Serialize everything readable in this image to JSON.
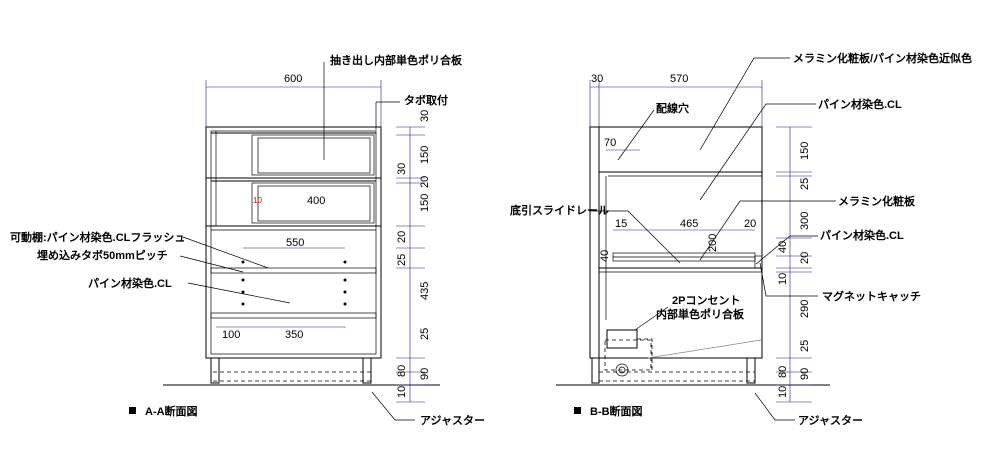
{
  "section_a": {
    "title": "A-A断面図",
    "dims": {
      "w600": "600",
      "w550": "550",
      "w100": "100",
      "w350": "350",
      "w400": "400",
      "red10": "10"
    },
    "vdims": {
      "v30a": "30",
      "v150a": "150",
      "v30b": "30",
      "v20a": "20",
      "v150b": "150",
      "v20b": "20",
      "v25a": "25",
      "v435": "435",
      "v25b": "25",
      "v80": "80",
      "v90": "90",
      "v10": "10"
    },
    "labels": {
      "drawer_inner": "抽き出し内部単色ポリ合板",
      "tabo": "タボ取付",
      "movable_shelf": "可動棚:パイン材染色.CLフラッシュ",
      "embedded_pins": "埋め込みタボ50mmピッチ",
      "pine_stain": "パイン材染色.CL",
      "adjuster": "アジャスター"
    }
  },
  "section_b": {
    "title": "B-B断面図",
    "dims": {
      "w30": "30",
      "w570": "570",
      "w70": "70",
      "w15": "15",
      "w465": "465",
      "w20": "20",
      "w200": "200",
      "h40": "40"
    },
    "vdims": {
      "v150": "150",
      "v25a": "25",
      "v300": "300",
      "v40": "40",
      "v20": "20",
      "v10a": "10",
      "v290": "290",
      "v25b": "25",
      "v80": "80",
      "v90": "90",
      "v10b": "10"
    },
    "labels": {
      "melamine_pine": "メラミン化粧板/パイン材染色近似色",
      "pine_cl": "パイン材染色.CL",
      "wiring_hole": "配線穴",
      "slide_rail": "底引スライドレール",
      "melamine": "メラミン化粧板",
      "pine_cl2": "パイン材染色.CL",
      "magnet_catch": "マグネットキャッチ",
      "outlet": "2Pコンセント",
      "inner_poly": "内部単色ポリ合板",
      "adjuster": "アジャスター"
    }
  }
}
